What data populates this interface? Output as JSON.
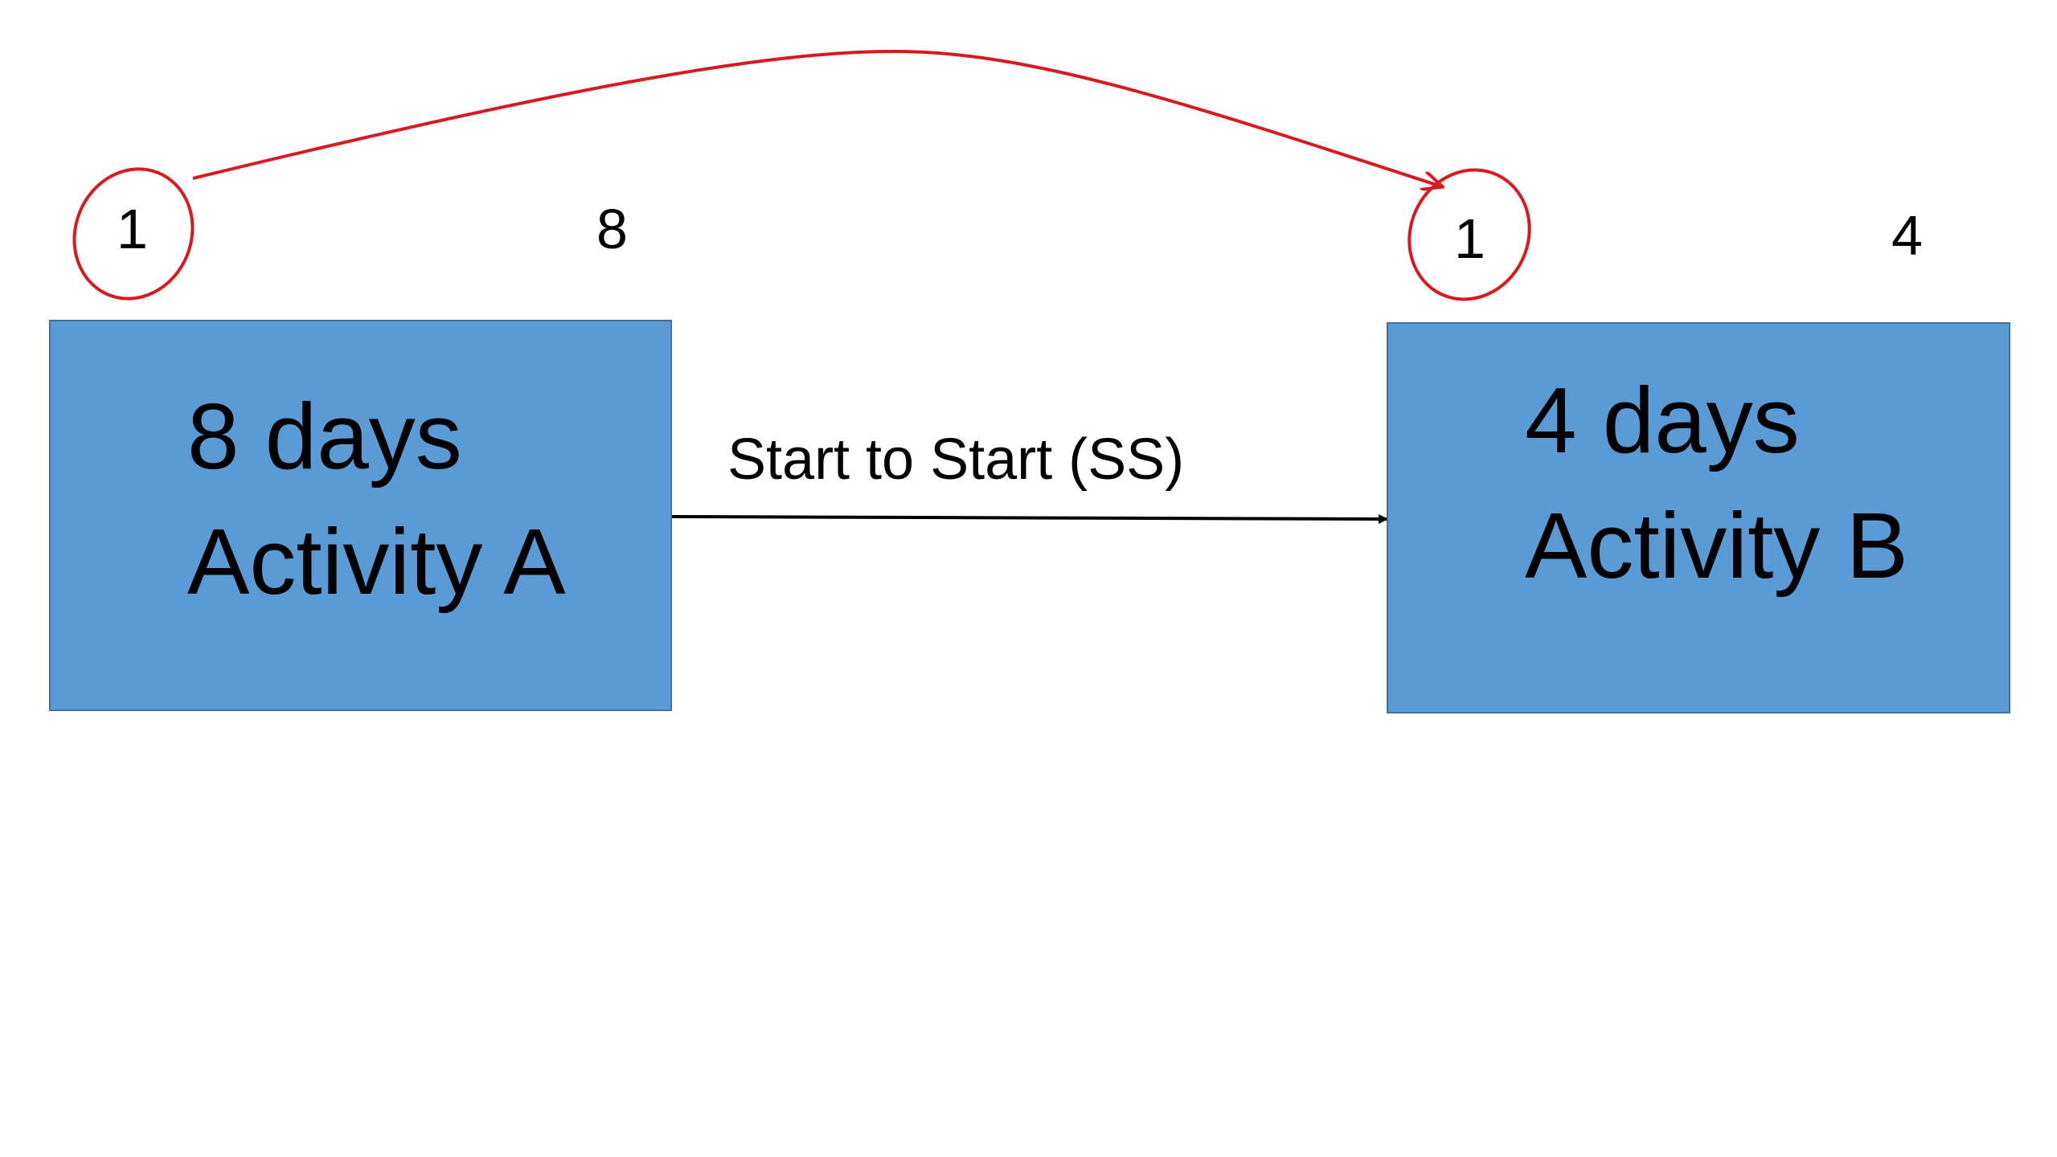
{
  "activities": [
    {
      "name": "Activity A",
      "duration": "8 days",
      "start": "1",
      "finish": "8"
    },
    {
      "name": "Activity B",
      "duration": "4 days",
      "start": "1",
      "finish": "4"
    }
  ],
  "relationship": {
    "label": "Start to Start (SS)"
  },
  "colors": {
    "box_fill": "#5b9bd5",
    "box_border": "#41719c",
    "highlight": "#d71920",
    "arrow": "#000000"
  }
}
